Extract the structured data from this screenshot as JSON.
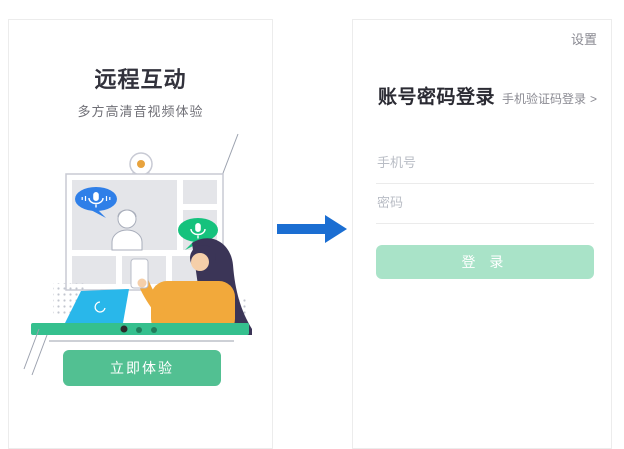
{
  "colors": {
    "primary_green": "#52c092",
    "mint_green_disabled": "#a9e3c8",
    "desk_green": "#35c08e",
    "bubble_green": "#15c27d",
    "bubble_blue": "#2f7fe8",
    "arrow_blue": "#1b6ed2",
    "laptop_cyan": "#29b7ea",
    "sweater_orange": "#f2a93b",
    "hair_navy": "#3b3557",
    "webcam_orange": "#e8a33d",
    "heading_dark": "#32323c",
    "subtitle_gray": "#6f6f76",
    "placeholder_gray": "#b9bdc5"
  },
  "onboarding": {
    "title": "远程互动",
    "subtitle": "多方高清音视频体验",
    "cta_label": "立即体验",
    "carousel": {
      "dot_count": 3,
      "active_index": 0
    }
  },
  "login": {
    "settings_label": "设置",
    "heading": "账号密码登录",
    "alt_login_label": "手机验证码登录",
    "alt_login_chevron": ">",
    "phone_placeholder": "手机号",
    "password_placeholder": "密码",
    "submit_label": "登 录"
  }
}
